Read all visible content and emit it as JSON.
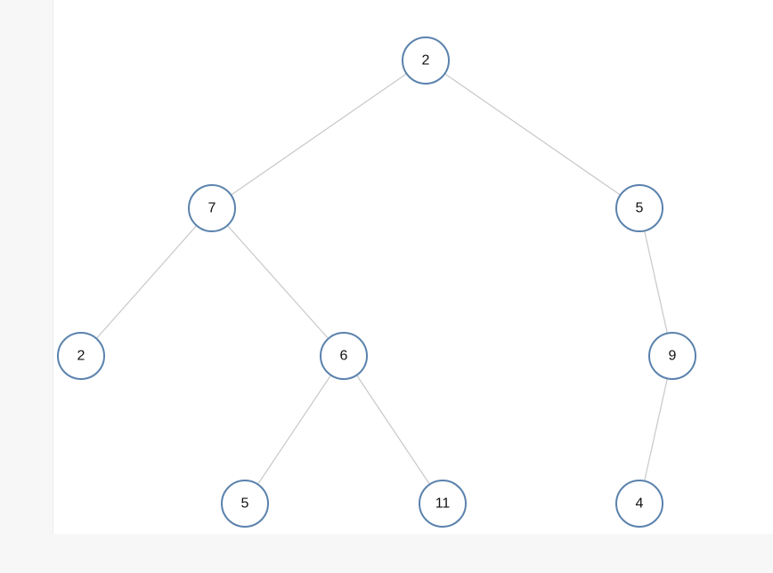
{
  "tree": {
    "node_stroke_color": "#5a82ad",
    "edge_color": "#c8c8c8",
    "nodes": [
      {
        "id": "n0",
        "value": "2"
      },
      {
        "id": "n1",
        "value": "7"
      },
      {
        "id": "n2",
        "value": "5"
      },
      {
        "id": "n3",
        "value": "2"
      },
      {
        "id": "n4",
        "value": "6"
      },
      {
        "id": "n5",
        "value": "9"
      },
      {
        "id": "n6",
        "value": "5"
      },
      {
        "id": "n7",
        "value": "11"
      },
      {
        "id": "n8",
        "value": "4"
      }
    ],
    "edges": [
      {
        "from": "n0",
        "to": "n1"
      },
      {
        "from": "n0",
        "to": "n2"
      },
      {
        "from": "n1",
        "to": "n3"
      },
      {
        "from": "n1",
        "to": "n4"
      },
      {
        "from": "n2",
        "to": "n5"
      },
      {
        "from": "n4",
        "to": "n6"
      },
      {
        "from": "n4",
        "to": "n7"
      },
      {
        "from": "n5",
        "to": "n8"
      }
    ]
  }
}
